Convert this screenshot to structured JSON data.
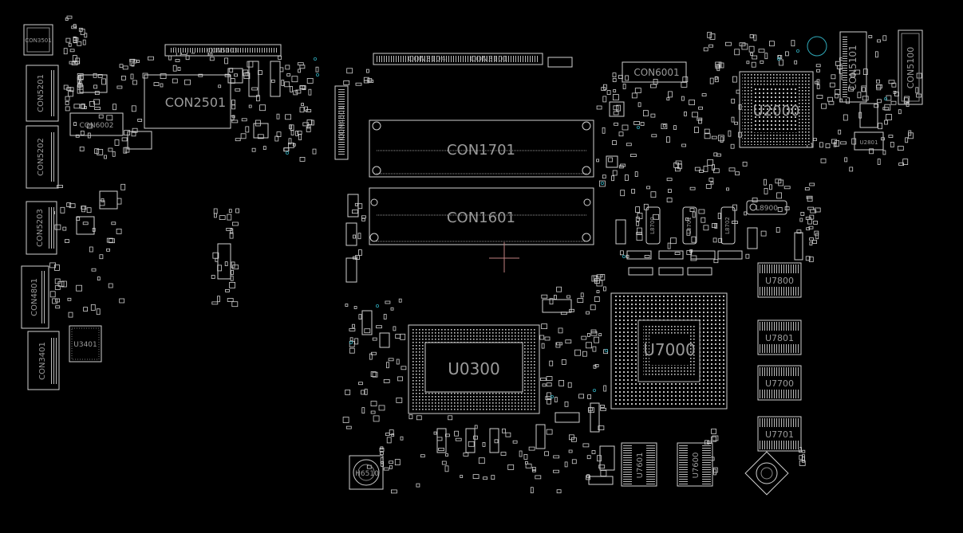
{
  "colors": {
    "background": "#000000",
    "outline": "#d0d0d0",
    "label": "#9a9a9a",
    "accent": "#2fa8b8",
    "cursor": "#c08080"
  },
  "labels": {
    "con3501": "CON3501",
    "con5201": "CON5201",
    "con5202": "CON5202",
    "con5203": "CON5203",
    "con4801": "CON4801",
    "con3401": "CON3401",
    "u3401": "U3401",
    "con6002": "CON6002",
    "con2501": "CON2501",
    "con5103": "CON5103",
    "con4501": "CON4501",
    "con3104": "CON3104",
    "con3101": "CON3101",
    "con1701": "CON1701",
    "con1601": "CON1601",
    "con6001": "CON6001",
    "u2000": "U2000",
    "con5101": "CON5101",
    "con5100": "CON5100",
    "u2801": "U2801",
    "l8900": "L8900",
    "l8700": "L8700",
    "l8701": "L8701",
    "l8702": "L8702",
    "u7800": "U7800",
    "u7801": "U7801",
    "u7700": "U7700",
    "u7701": "U7701",
    "u7000": "U7000",
    "u0300": "U0300",
    "u7601": "U7601",
    "u7600": "U7600",
    "h6510": "H6510"
  }
}
